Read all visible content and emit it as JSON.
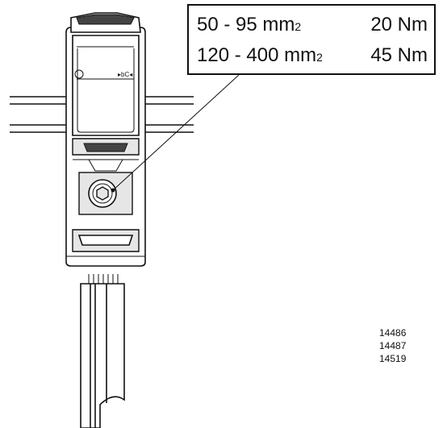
{
  "spec_table": {
    "rows": [
      {
        "range": "50 - 95",
        "unit": "mm",
        "exponent": "2",
        "torque": "20 Nm"
      },
      {
        "range": "120 - 400",
        "unit": "mm",
        "exponent": "2",
        "torque": "45 Nm"
      }
    ]
  },
  "reference_codes": [
    "14486",
    "14487",
    "14519"
  ]
}
